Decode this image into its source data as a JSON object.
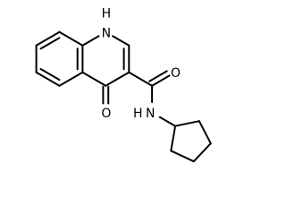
{
  "molecule": {
    "atoms": {
      "nh_ring": {
        "element": "N",
        "label_n": "N",
        "label_h": "H"
      },
      "o_ketone": {
        "element": "O",
        "label": "O"
      },
      "o_amide": {
        "element": "O",
        "label": "O"
      },
      "n_amide": {
        "element": "N",
        "label_h": "H",
        "label_n": "N"
      }
    },
    "colors": {
      "bond": "#000000",
      "label": "#000000",
      "background": "#ffffff"
    }
  }
}
